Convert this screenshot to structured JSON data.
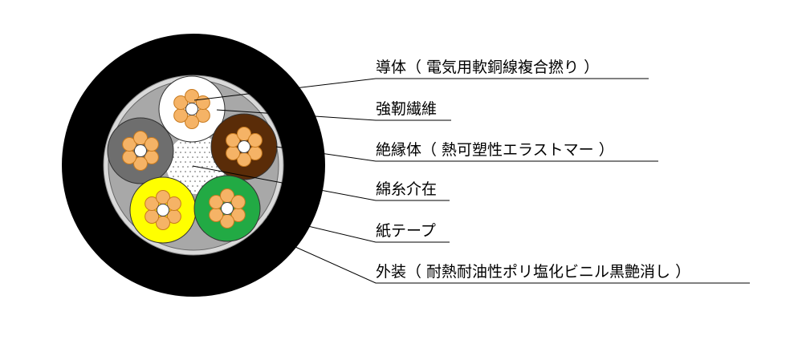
{
  "diagram": {
    "labels": {
      "conductor": "導体（ 電気用軟銅線複合撚り ）",
      "strength_fiber": "強靭繊維",
      "insulation": "絶縁体（ 熱可塑性エラストマー ）",
      "cotton_filler": "綿糸介在",
      "paper_tape": "紙テープ",
      "sheath": "外装（ 耐熱耐油性ポリ塩化ビニル黒艶消し ）"
    },
    "cores": [
      {
        "name": "white-core",
        "color": "#ffffff"
      },
      {
        "name": "gray-core",
        "color": "#6e6e6e"
      },
      {
        "name": "brown-core",
        "color": "#5a2c08"
      },
      {
        "name": "yellow-core",
        "color": "#ffff00"
      },
      {
        "name": "green-core",
        "color": "#22aa44"
      }
    ],
    "colors": {
      "sheath": "#000000",
      "paper_tape": "#d9d9d9",
      "filler": "#a8a8a8",
      "strand": "#f5b366",
      "strand_outline": "#c87a1e",
      "center_fiber": "#ffffff"
    }
  }
}
